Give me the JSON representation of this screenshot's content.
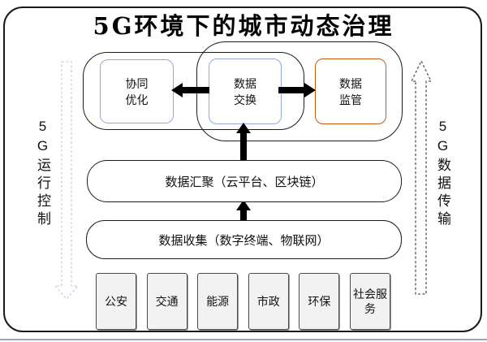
{
  "title": "5G环境下的城市动态治理",
  "side_labels": {
    "left": "5G运行控制",
    "right": "5G数据传输"
  },
  "governance_layer": {
    "boxes": [
      {
        "line1": "协同",
        "line2": "优化"
      },
      {
        "line1": "数据",
        "line2": "交换"
      },
      {
        "line1": "数据",
        "line2": "监管"
      }
    ]
  },
  "aggregation_layer": {
    "label": "数据汇聚（云平台、区块链）"
  },
  "collection_layer": {
    "label": "数据收集（数字终端、物联网）"
  },
  "domain_layer": {
    "items": [
      "公安",
      "交通",
      "能源",
      "市政",
      "环保",
      "社会服务"
    ]
  },
  "colors": {
    "node_blue_border": "#8faadc",
    "node_orange_border": "#c55a11",
    "domain_fill": "#f2f2f2",
    "solid_arrow": "#000000",
    "dashed_arrow_left": "#c9d2e3",
    "dashed_arrow_right": "#555555",
    "frame_border": "#1a1a1a"
  }
}
